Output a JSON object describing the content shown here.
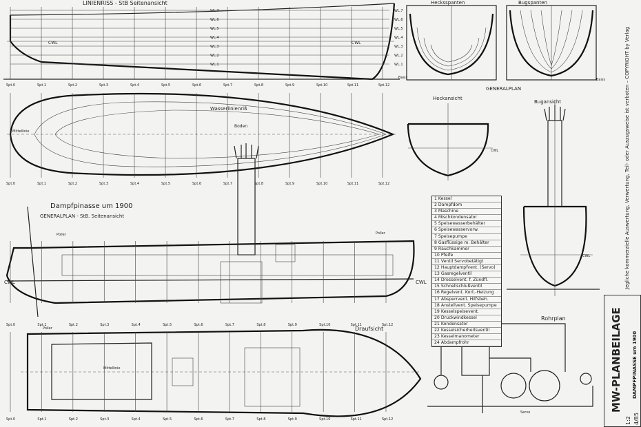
{
  "sheet": {
    "linienriss_title": "LINIENRISS - StB Seitenansicht",
    "hecksspanten_title": "Hecksspanten",
    "bugspanten_title": "Bugspanten",
    "generalplan_label": "GENERALPLAN",
    "heckansicht_title": "Heckansicht",
    "bugansicht_title": "Bugansicht",
    "wasserlinienriss_title": "Wasserlinienriß",
    "boden_label": "Boden",
    "mittellinie_label": "Mittellinie",
    "cwl_label": "CWL",
    "basis_label": "Basis",
    "main_title": "Dampfpinasse um 1900",
    "main_subtitle": "GENERALPLAN - StB. Seitenansicht",
    "poller_label": "Poller",
    "draufsicht_title": "Draufsicht",
    "rohrplan_title": "Rohrplan",
    "servo_label": "Servo"
  },
  "stations": [
    "Spt.0",
    "Spt.1",
    "Spt.2",
    "Spt.3",
    "Spt.4",
    "Spt.5",
    "Spt.6",
    "Spt.7",
    "Spt.8",
    "Spt.9",
    "Spt.10",
    "Spt.11",
    "Spt.12"
  ],
  "waterlines": [
    "WL.7",
    "WL.6",
    "WL.5",
    "WL.4",
    "WL.3",
    "WL.2",
    "WL.1"
  ],
  "legend": [
    "1 Kessel",
    "2 Dampfdom",
    "3 Maschine",
    "4 Mischkondensator",
    "5 Speisewasserbehälter",
    "6 Speisewasservorw.",
    "7 Speisepumpe",
    "8 Gasflüssige m. Behälter",
    "9 Rauchkammer",
    "10 Pfeife",
    "11 Ventil Servobetätigt",
    "12 Hauptdampfvent. (Servo)",
    "13 Gasregelventil",
    "14 Drosselvent. f. Zündfl.",
    "15 Schnellschlußventil",
    "16 Regelvent. Kort.-Heizung",
    "17 Absperrvent. Hilfsbeh.",
    "18 Anstellvent. Speisepumpe",
    "19 Kesselspeisevent.",
    "20 Druckwindkessel",
    "21 Kondensator",
    "22 Kesselsicherheitsventil",
    "23 Kesselmanometer",
    "24 Abdampfrohr"
  ],
  "title_block": {
    "publisher": "MW-PLANBEILAGE",
    "subject": "DAMPFPINASSE um 1900",
    "scale": "1:2",
    "issue": "4/85",
    "copyright": "Jegliche kommerzielle Auswertung, Verwertung, Teil- oder Auszugsweise ist verboten – COPYRIGHT by Verlag"
  }
}
